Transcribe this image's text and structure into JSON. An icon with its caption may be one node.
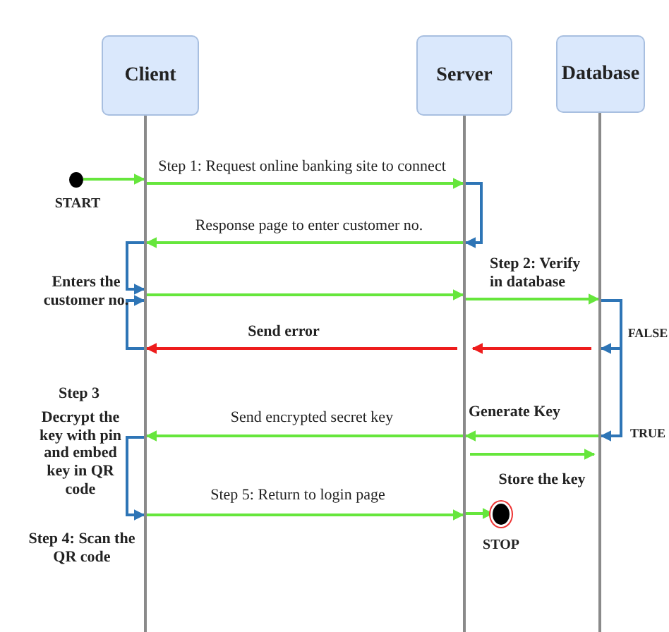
{
  "diagram": {
    "nodes": [
      {
        "text": [
          "Client"
        ]
      },
      {
        "text": [
          "Server"
        ]
      },
      {
        "text": [
          "Database"
        ]
      },
      {
        "text": [],
        "shape": "line"
      },
      {
        "text": [],
        "shape": "line"
      },
      {
        "text": [],
        "shape": "line"
      },
      {
        "text": [],
        "shape": "circle",
        "beside": [
          "START"
        ]
      },
      {
        "text": [],
        "shape": "circle",
        "beside": [
          "STOP"
        ]
      }
    ],
    "edges": [
      {
        "from": 6,
        "to": 3,
        "arrow": "to"
      },
      {
        "from": 3,
        "to": 4,
        "arrow": "to",
        "label": "Step 1: Request online banking site to connect"
      },
      {
        "from": 4,
        "to": 4,
        "arrow": "to",
        "color": "#2e75b6"
      },
      {
        "from": 4,
        "to": 3,
        "arrow": "to",
        "label": "Response page to enter customer no."
      },
      {
        "from": 3,
        "to": 3,
        "arrow": "to",
        "color": "#2e75b6"
      },
      {
        "from": 3,
        "to": 4,
        "arrow": "to"
      },
      {
        "from": 4,
        "to": 5,
        "arrow": "to",
        "label": "Step 2: Verify in database"
      },
      {
        "from": 5,
        "to": 5,
        "arrow": "to",
        "color": "#2e75b6"
      },
      {
        "from": 5,
        "to": 4,
        "arrow": "to",
        "color": "#ee1c1c"
      },
      {
        "from": 4,
        "to": 3,
        "arrow": "to",
        "color": "#ee1c1c",
        "label": "Send error"
      },
      {
        "from": 3,
        "to": 3,
        "arrow": "to",
        "color": "#2e75b6"
      },
      {
        "from": 5,
        "to": 5,
        "arrow": "to",
        "color": "#2e75b6"
      },
      {
        "from": 5,
        "to": 4,
        "arrow": "to",
        "label": "Generate Key"
      },
      {
        "from": 4,
        "to": 3,
        "arrow": "to",
        "label": "Send encrypted secret key"
      },
      {
        "from": 4,
        "to": 5,
        "arrow": "to",
        "label": "Store the key"
      },
      {
        "from": 3,
        "to": 3,
        "arrow": "to",
        "color": "#2e75b6"
      },
      {
        "from": 3,
        "to": 4,
        "arrow": "to",
        "label": "Step 5: Return to login page"
      },
      {
        "from": 4,
        "to": 7,
        "arrow": "to"
      }
    ],
    "labels": [
      "Enters the customer no.",
      "FALSE",
      "Step 3",
      "Decrypt the key with pin and embed key in QR code",
      "TRUE",
      "Step 4: Scan the QR code"
    ]
  }
}
